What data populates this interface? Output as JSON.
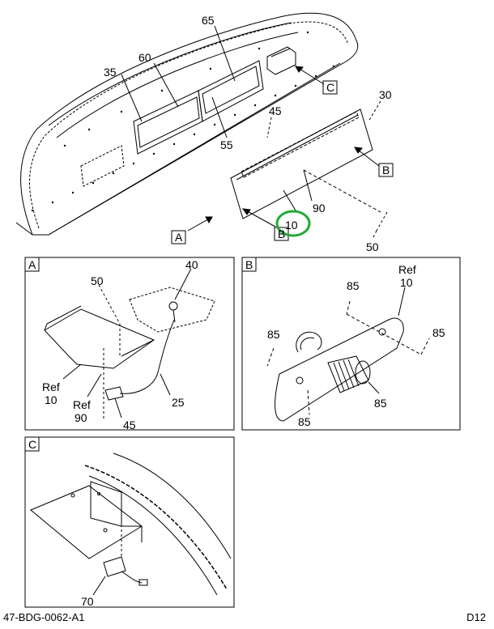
{
  "main_view": {
    "callouts": {
      "c65": "65",
      "c60": "60",
      "c35": "35",
      "c55": "55",
      "c45": "45",
      "c30": "30",
      "c90": "90",
      "c10": "10",
      "c50": "50"
    },
    "ref_letters": {
      "a": "A",
      "b1": "B",
      "b2": "B",
      "c": "C"
    },
    "highlight_color": "#22aa33"
  },
  "detail_a": {
    "title": "A",
    "labels": {
      "c40": "40",
      "c50": "50",
      "ref10_word": "Ref",
      "ref10_num": "10",
      "ref90_word": "Ref",
      "ref90_num": "90",
      "c25": "25",
      "c45": "45"
    }
  },
  "detail_b": {
    "title": "B",
    "labels": {
      "ref_word": "Ref",
      "ref_num": "10",
      "c85_top": "85",
      "c85_left": "85",
      "c85_right": "85",
      "c85_knob": "85",
      "c85_bottom": "85"
    }
  },
  "detail_c": {
    "title": "C",
    "labels": {
      "c70": "70"
    }
  },
  "footer": {
    "drawing_id": "47-BDG-0062-A1",
    "page_code": "D12"
  }
}
